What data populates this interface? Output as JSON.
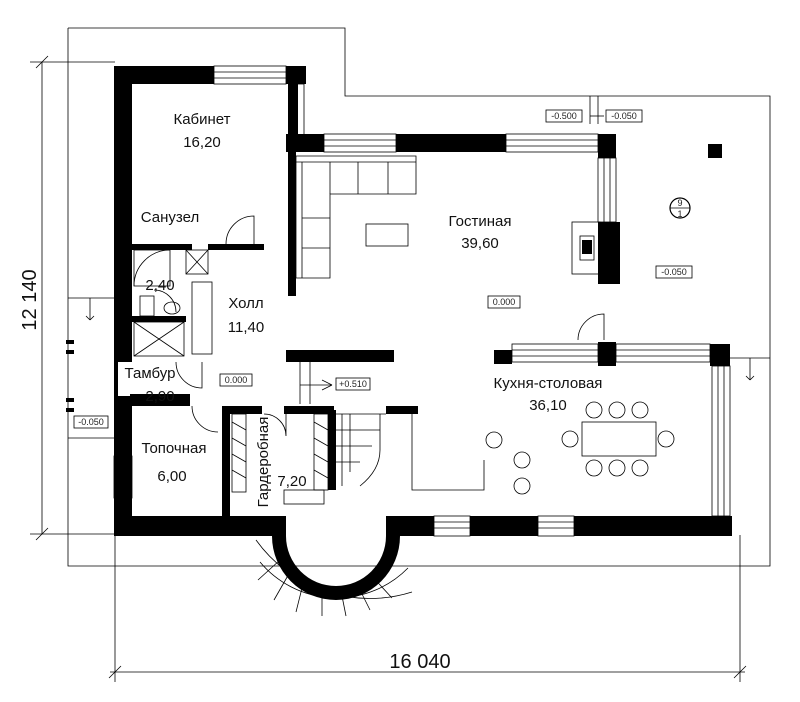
{
  "rooms": {
    "cabinet": {
      "name": "Кабинет",
      "area": "16,20"
    },
    "living": {
      "name": "Гостиная",
      "area": "39,60"
    },
    "bathroom": {
      "name": "Санузел",
      "area": "2,40"
    },
    "hall": {
      "name": "Холл",
      "area": "11,40"
    },
    "vestibule": {
      "name": "Тамбур",
      "area": "2,90"
    },
    "kitchen": {
      "name": "Кухня-столовая",
      "area": "36,10"
    },
    "boiler": {
      "name": "Топочная",
      "area": "6,00"
    },
    "wardrobe": {
      "name": "Гардеробная",
      "area": "7,20"
    }
  },
  "dimensions": {
    "width": "16 040",
    "height": "12 140"
  },
  "levels": {
    "living_floor": "0.000",
    "hall_floor": "0.000",
    "stair_landing": "+0.510",
    "terrace_left": "-0.050",
    "terrace_right": "-0.050",
    "terrace_top_a": "-0.500",
    "terrace_top_b": "-0.050"
  },
  "section_marker": {
    "top": "9",
    "bottom": "1"
  }
}
